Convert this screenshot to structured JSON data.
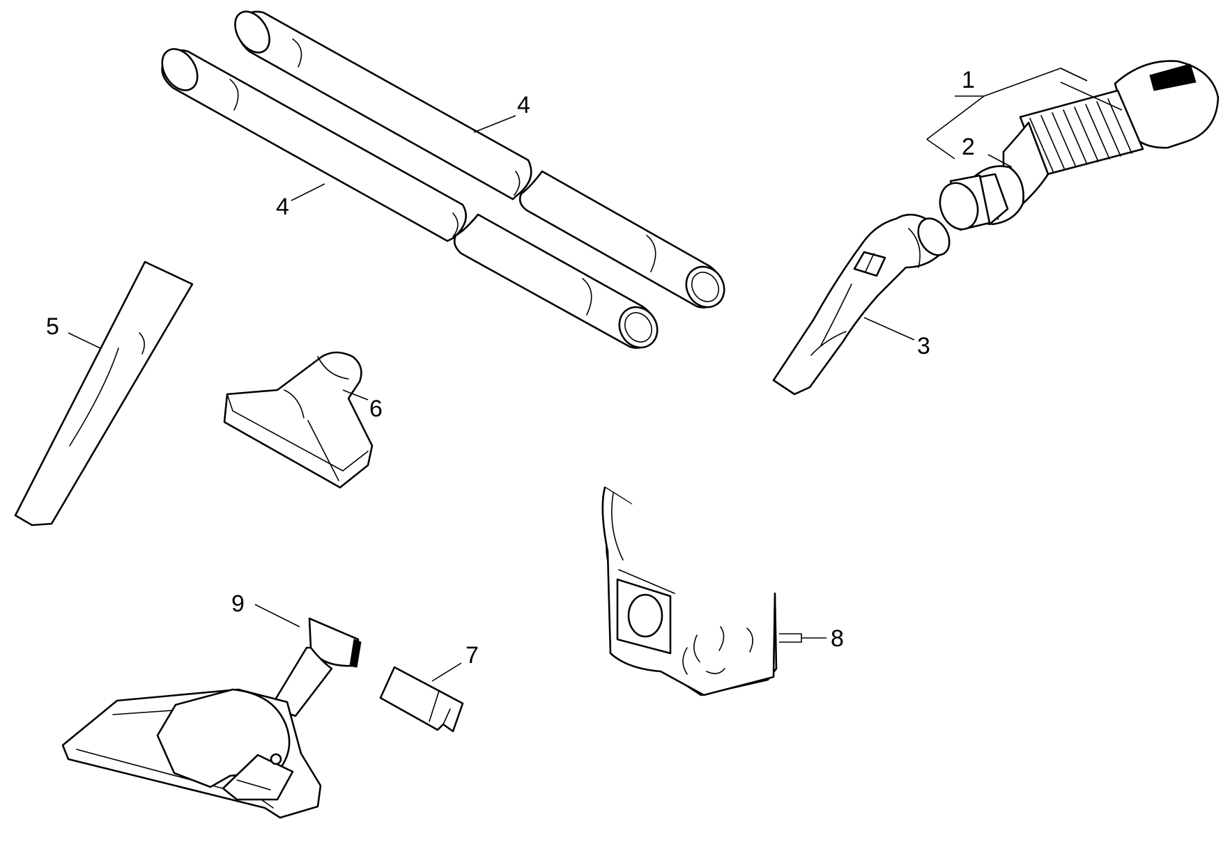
{
  "callouts": [
    {
      "id": "1",
      "label": "1",
      "part": "suction-hose-assembly"
    },
    {
      "id": "2",
      "label": "2",
      "part": "hose-connector"
    },
    {
      "id": "3",
      "label": "3",
      "part": "hose-handle-elbow"
    },
    {
      "id": "4a",
      "label": "4",
      "part": "extension-tube-upper"
    },
    {
      "id": "4b",
      "label": "4",
      "part": "extension-tube-lower"
    },
    {
      "id": "5",
      "label": "5",
      "part": "crevice-nozzle"
    },
    {
      "id": "6",
      "label": "6",
      "part": "upholstery-nozzle"
    },
    {
      "id": "7",
      "label": "7",
      "part": "adapter"
    },
    {
      "id": "8",
      "label": "8",
      "part": "filter-bag"
    },
    {
      "id": "9",
      "label": "9",
      "part": "floor-nozzle"
    }
  ],
  "colors": {
    "line": "#000000",
    "fill": "#ffffff",
    "background": "#ffffff"
  }
}
